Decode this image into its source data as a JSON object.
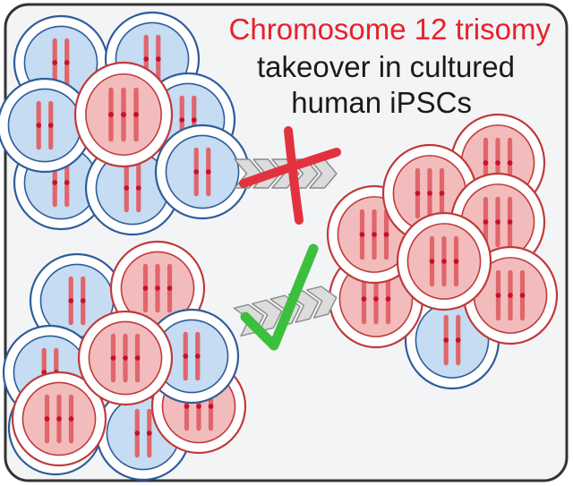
{
  "title": {
    "line1": "Chromosome 12 trisomy",
    "line2": "takeover in cultured",
    "line3": "human iPSCs"
  },
  "colors": {
    "background": "#f3f4f6",
    "frame_stroke": "#333333",
    "title_highlight": "#e8202a",
    "title_text": "#1a1a1a",
    "normal_cell_fill": "#c5dcf2",
    "normal_cell_stroke": "#2f5c99",
    "trisomy_cell_fill": "#f2bcbc",
    "trisomy_cell_stroke": "#c03a3a",
    "chromosome": "#e0666b",
    "centromere": "#c8102e",
    "cross": "#e2323f",
    "check": "#3cbf3c",
    "arrow_fill": "#dcdcdc",
    "arrow_stroke": "#8a8a8a"
  },
  "icons": {
    "rejected_path": "cross-icon",
    "accepted_path": "check-icon",
    "flow_arrows": "chevron-right-icon"
  },
  "scenarios": [
    {
      "name": "normal-dominant-culture",
      "outcome": "rejected"
    },
    {
      "name": "mixed-culture",
      "outcome": "accepted"
    }
  ],
  "result": {
    "name": "trisomy-dominant-culture"
  }
}
